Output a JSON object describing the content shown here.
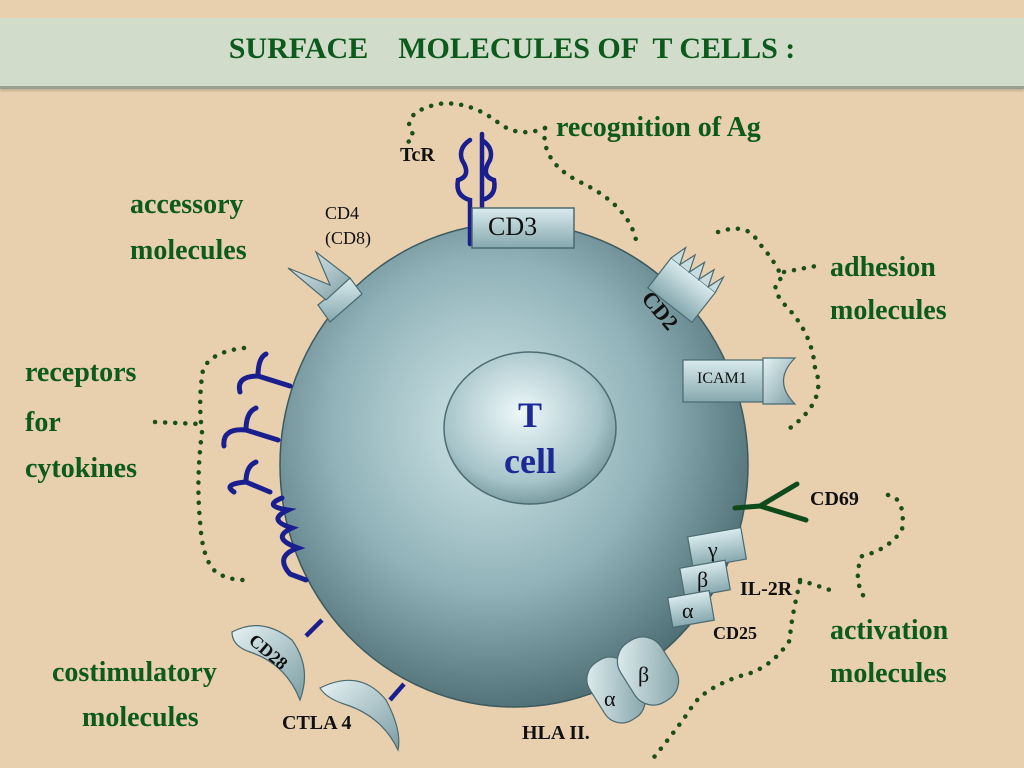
{
  "title": "SURFACE    MOLECULES OF  T CELLS :",
  "cell_label": [
    "T",
    "cell"
  ],
  "groups": {
    "recognition": "recognition of   Ag",
    "accessory": [
      "accessory",
      "molecules"
    ],
    "adhesion": [
      "adhesion",
      "molecules"
    ],
    "cytokine_receptors": [
      "receptors",
      "for",
      "cytokines"
    ],
    "activation": [
      "activation",
      "molecules"
    ],
    "costimulatory": [
      "costimulatory",
      "molecules"
    ]
  },
  "molecules": {
    "tcr": "TcR",
    "cd3": "CD3",
    "cd4": [
      "CD4",
      "(CD8)"
    ],
    "cd2": "CD2",
    "icam1": "ICAM1",
    "cd69": "CD69",
    "il2r": "IL-2R",
    "cd25": "CD25",
    "il2r_chains": [
      "γ",
      "β",
      "α"
    ],
    "hla": "HLA II.",
    "hla_chains": [
      "α",
      "β"
    ],
    "cd28": "CD28",
    "ctla4": "CTLA 4"
  },
  "colors": {
    "background": "#e8cfae",
    "title_bar": "#d2dccb",
    "group_text": "#0c5a1c",
    "cell_text": "#1d2a95",
    "receptor_stroke": "#1a1f8f",
    "dotted_line": "#1a4f1a"
  }
}
